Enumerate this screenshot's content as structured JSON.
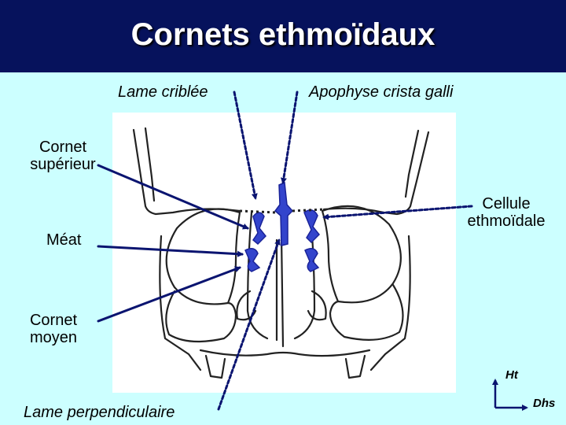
{
  "title": "Cornets ethmoïdaux",
  "labels": {
    "lame_criblee": "Lame criblée",
    "crista_galli": "Apophyse crista galli",
    "cornet_superieur_1": "Cornet",
    "cornet_superieur_2": "supérieur",
    "cellule_1": "Cellule",
    "cellule_2": "ethmoïdale",
    "meat": "Méat",
    "cornet_moyen_1": "Cornet",
    "cornet_moyen_2": "moyen",
    "lame_perpendiculaire": "Lame perpendiculaire",
    "axis_ht": "Ht",
    "axis_dhs": "Dhs"
  },
  "colors": {
    "background": "#ccffff",
    "title_bar": "#06125c",
    "arrow": "#0a1470",
    "turbinate_fill": "#3344cc"
  }
}
